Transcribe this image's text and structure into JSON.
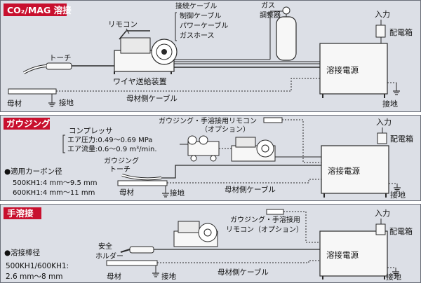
{
  "colors": {
    "panel_bg": "#dcdfe6",
    "panel_border": "#6a6e78",
    "badge_bg": "#c8102e",
    "badge_text": "#ffffff",
    "machine_fill": "#f7f7f7",
    "line": "#2a2a2a"
  },
  "panel1": {
    "badge": "CO₂/MAG 溶接",
    "cable_labels": [
      "接続ケーブル",
      "制御ケーブル",
      "パワーケーブル",
      "ガスホース"
    ],
    "gas": [
      "ガス",
      "調整器"
    ],
    "remote": "リモコン",
    "torch": "トーチ",
    "wire_feeder": "ワイヤ送給装置",
    "power_source": "溶接電源",
    "power_input": "入力",
    "distribution_box": "配電箱",
    "base_metal": "母材",
    "ground1": "接地",
    "ground2": "接地",
    "base_metal_cable": "母材側ケーブル"
  },
  "panel2": {
    "badge": "ガウジング",
    "compressor_title": "コンプレッサ",
    "air_pressure": "エア圧力:0.49～0.69 MPa",
    "air_flow": "エア流量:0.6～0.9 m³/min.",
    "remote_option": [
      "ガウジング・手溶接用リモコン",
      "（オプション）"
    ],
    "torch": [
      "ガウジング",
      "トーチ"
    ],
    "carbon_title": "●適用カーボン径",
    "carbon_lines": [
      "500KH1:4 mm～9.5 mm",
      "600KH1:4 mm～11 mm"
    ],
    "base_metal": "母材",
    "ground1": "接地",
    "ground2": "接地",
    "base_metal_cable": "母材側ケーブル",
    "power_source": "溶接電源",
    "power_input": "入力",
    "distribution_box": "配電箱"
  },
  "panel3": {
    "badge": "手溶接",
    "remote_option": [
      "ガウジング・手溶接用",
      "リモコン（オプション）"
    ],
    "holder": [
      "安全",
      "ホルダー"
    ],
    "rod_title": "●溶接棒径",
    "rod_lines": [
      "500KH1/600KH1:",
      "2.6 mm～8 mm"
    ],
    "base_metal": "母材",
    "ground1": "接地",
    "ground2": "接地",
    "base_metal_cable": "母材側ケーブル",
    "power_source": "溶接電源",
    "power_input": "入力",
    "distribution_box": "配電箱"
  }
}
